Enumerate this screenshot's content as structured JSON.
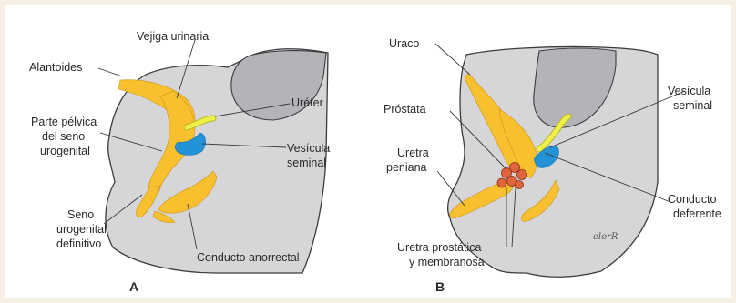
{
  "figures": [
    {
      "letter": "A",
      "labels": {
        "vejiga": "Vejiga urinaria",
        "alantoides": "Alantoides",
        "ureter": "Uréter",
        "parte_pelvica": [
          "Parte pélvica",
          "del seno",
          "urogenital"
        ],
        "vesicula": [
          "Vesícula",
          "seminal"
        ],
        "seno": [
          "Seno",
          "urogenital",
          "definitivo"
        ],
        "anorrectal": "Conducto anorrectal"
      }
    },
    {
      "letter": "B",
      "labels": {
        "uraco": "Uraco",
        "prostata": "Próstata",
        "uretra_peniana": [
          "Uretra",
          "peniana"
        ],
        "vesicula": [
          "Vesícula",
          "seminal"
        ],
        "deferente": [
          "Conducto",
          "deferente"
        ],
        "prostatica": [
          "Uretra prostática",
          "y membranosa"
        ]
      }
    }
  ],
  "signature": "elorR",
  "colors": {
    "background": "#f6efe4",
    "tissue": "#d6d6d9",
    "bladder": "#f8c02e",
    "seminal": "#2492d6",
    "ureter": "#eef04a",
    "prostate": "#e0643c"
  }
}
